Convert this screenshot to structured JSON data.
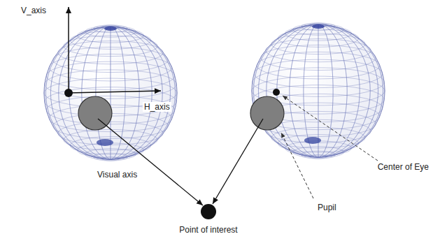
{
  "diagram": {
    "nodes": [
      {
        "text": [
          "Point of interest"
        ]
      }
    ],
    "labels": [
      "V_axis",
      "H_axis",
      "Visual axis",
      "Center of Eye",
      "Pupil"
    ]
  }
}
